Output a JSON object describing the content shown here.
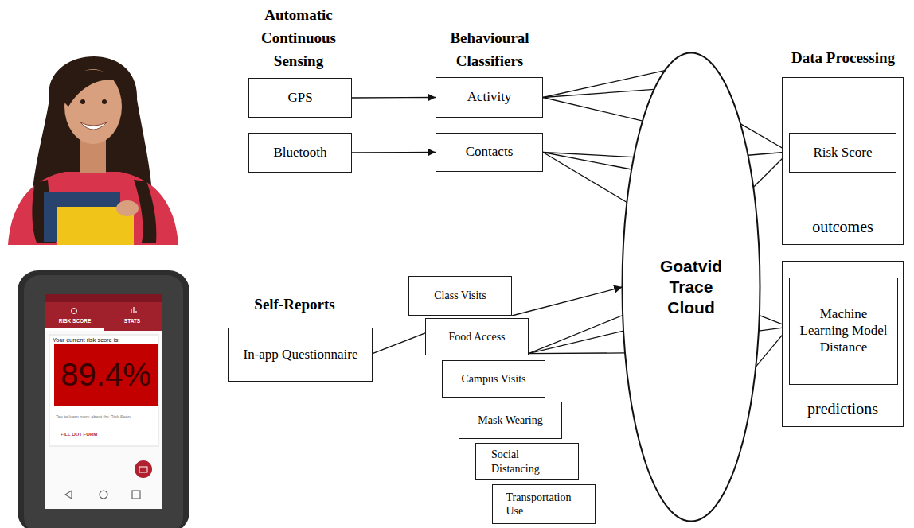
{
  "diagram": {
    "nodes": [
      {
        "text": [
          "GPS"
        ]
      },
      {
        "text": [
          "Activity"
        ]
      },
      {
        "text": [
          "Bluetooth"
        ]
      },
      {
        "text": [
          "Contacts"
        ]
      },
      {
        "text": [
          "Goatvid Trace Cloud"
        ]
      },
      {
        "text": [
          "outcomes"
        ]
      },
      {
        "text": [
          "Risk Score"
        ],
        "in": 5
      },
      {
        "text": [
          "predictions"
        ]
      },
      {
        "text": [
          "Machine Learning Model Distance"
        ],
        "in": 7
      },
      {
        "text": [
          "In-app Questionnaire"
        ]
      },
      {
        "text": [
          "Class Visits"
        ]
      },
      {
        "text": [
          "Food Access"
        ]
      },
      {
        "text": [
          "Campus Visits"
        ]
      },
      {
        "text": [
          "Mask Wearing"
        ]
      },
      {
        "text": [
          "Social Distancing"
        ]
      },
      {
        "text": [
          "Transportation Use"
        ]
      }
    ],
    "edges": [
      {
        "from": 0,
        "to": 1,
        "arrow": "to"
      },
      {
        "from": 2,
        "to": 3,
        "arrow": "to"
      },
      {
        "from": 1,
        "to": 4,
        "arrow": "none"
      },
      {
        "from": 1,
        "to": 4,
        "arrow": "none"
      },
      {
        "from": 1,
        "to": 4,
        "arrow": "none"
      },
      {
        "from": 3,
        "to": 4,
        "arrow": "none"
      },
      {
        "from": 3,
        "to": 4,
        "arrow": "none"
      },
      {
        "from": 3,
        "to": 4,
        "arrow": "none"
      },
      {
        "from": 9,
        "to": 11,
        "arrow": "none"
      },
      {
        "from": 10,
        "to": 4,
        "arrow": "to"
      },
      {
        "from": 11,
        "to": 4,
        "arrow": "none"
      },
      {
        "from": 11,
        "to": 4,
        "arrow": "none"
      },
      {
        "from": 11,
        "to": 4,
        "arrow": "none"
      },
      {
        "from": 4,
        "to": 6,
        "arrow": "none"
      },
      {
        "from": 4,
        "to": 6,
        "arrow": "none"
      },
      {
        "from": 4,
        "to": 6,
        "arrow": "none"
      },
      {
        "from": 4,
        "to": 8,
        "arrow": "none"
      },
      {
        "from": 4,
        "to": 8,
        "arrow": "none"
      },
      {
        "from": 4,
        "to": 8,
        "arrow": "none"
      }
    ],
    "labels": [
      "Automatic Continuous Sensing",
      "Behavioural Classifiers",
      "Data Processing",
      "Self-Reports",
      "RISK SCORE",
      "STATS",
      "Your current risk score is:",
      "89.4%",
      "Tap to learn more about the Risk Score",
      "FILL OUT FORM"
    ]
  }
}
